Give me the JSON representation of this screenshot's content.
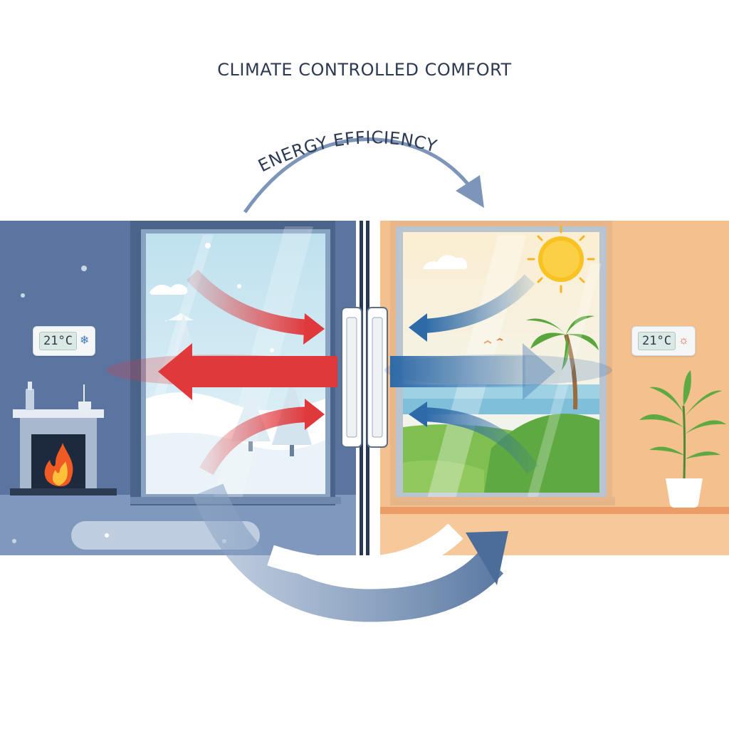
{
  "title": "CLIMATE CONTROLLED COMFORT",
  "arc_label": "ENERGY EFFICIENCY",
  "left_room": {
    "thermostat": {
      "temperature": "21°C",
      "icon": "snowflake-icon"
    },
    "colors": {
      "wall": "#5b75a0",
      "floor": "#7f98bc"
    }
  },
  "right_room": {
    "thermostat": {
      "temperature": "21°C",
      "icon": "sun-icon"
    },
    "colors": {
      "wall": "#f4c08e",
      "floor": "#f7c99a"
    }
  },
  "colors": {
    "heat_arrow": "#e0393c",
    "cool_arrow": "#2e6aa8",
    "efficiency_arrow": "#5d7aa3",
    "title_text": "#2c3a52"
  }
}
